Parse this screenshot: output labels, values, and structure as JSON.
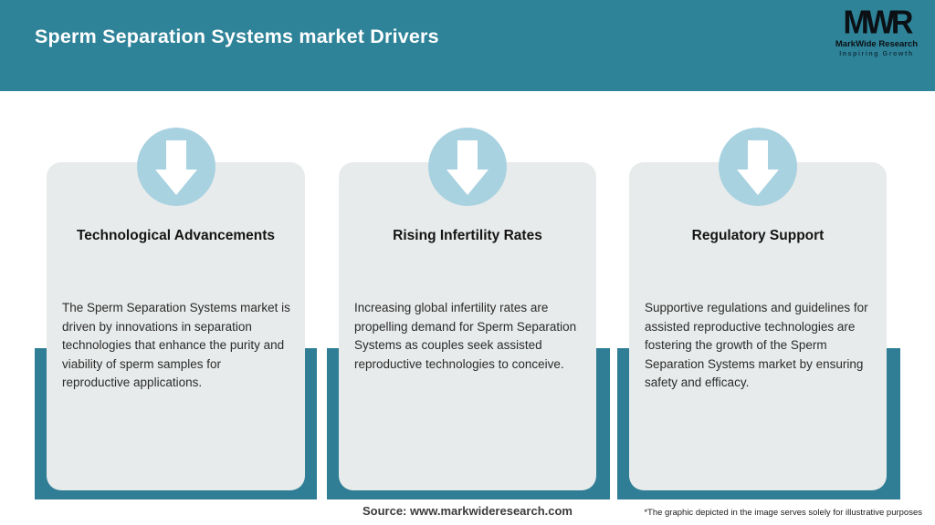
{
  "theme": {
    "header_teal": "#2e8399",
    "bar_teal": "#2f7e95",
    "card_gray": "#e8ebeb",
    "circle_blue": "#a9d2e1",
    "arrow_color": "#ffffff",
    "title_text": "#141414",
    "body_text": "#2b2b2b"
  },
  "header": {
    "title": "Sperm Separation Systems market Drivers",
    "logo": {
      "acronym": "MWR",
      "name": "MarkWide Research",
      "tagline": "Inspiring Growth"
    }
  },
  "cards": [
    {
      "icon": "down-arrow-icon",
      "title": "Technological Advancements",
      "body": "The Sperm Separation Systems market is driven by innovations in separation technologies that enhance the purity and viability of sperm samples for reproductive applications."
    },
    {
      "icon": "down-arrow-icon",
      "title": "Rising Infertility Rates",
      "body": "Increasing global infertility rates are propelling demand for Sperm Separation Systems as couples seek assisted reproductive technologies to conceive."
    },
    {
      "icon": "down-arrow-icon",
      "title": "Regulatory Support",
      "body": "Supportive regulations and guidelines for assisted reproductive technologies are fostering the growth of the Sperm Separation Systems market by ensuring safety and efficacy."
    }
  ],
  "footer": {
    "source": "Source: www.markwideresearch.com",
    "disclaimer": "*The graphic depicted in the image serves solely for illustrative purposes"
  }
}
